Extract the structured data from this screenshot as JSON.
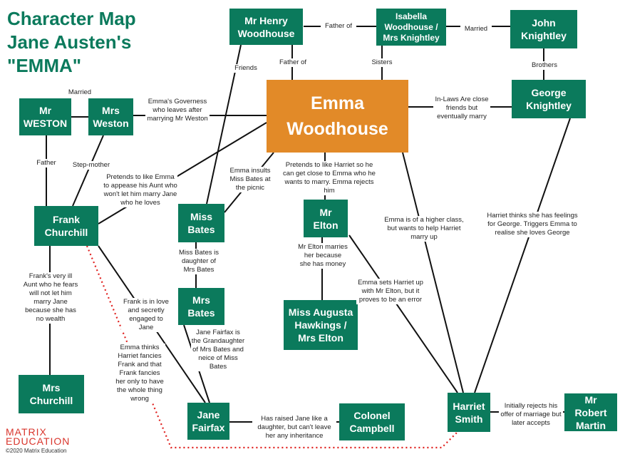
{
  "title": {
    "line1": "Character Map",
    "line2": "Jane Austen's",
    "line3": "\"EMMA\""
  },
  "nodes": {
    "henry_woodhouse": "Mr Henry Woodhouse",
    "isabella": "Isabella Woodhouse / Mrs Knightley",
    "john_knightley": "John Knightley",
    "emma": "Emma Woodhouse",
    "george_knightley": "George Knightley",
    "mr_weston": "Mr WESTON",
    "mrs_weston": "Mrs Weston",
    "frank_churchill": "Frank Churchill",
    "miss_bates": "Miss Bates",
    "mr_elton": "Mr Elton",
    "mrs_bates": "Mrs Bates",
    "augusta": "Miss Augusta Hawkings / Mrs Elton",
    "mrs_churchill": "Mrs Churchill",
    "jane_fairfax": "Jane Fairfax",
    "colonel_campbell": "Colonel Campbell",
    "harriet_smith": "Harriet Smith",
    "robert_martin": "Mr Robert Martin"
  },
  "labels": {
    "father_of_top": "Father of",
    "married_top": "Married",
    "friends": "Friends",
    "father_of_emma": "Father of",
    "sisters": "Sisters",
    "brothers": "Brothers",
    "married_weston": "Married",
    "governess": "Emma's Governess who leaves after marrying Mr Weston",
    "in_laws": "In-Laws Are close friends but eventually marry",
    "father": "Father",
    "stepmother": "Step-mother",
    "pretends_emma": "Pretends to like Emma to appease his Aunt who won't let him marry Jane who he loves",
    "insults": "Emma insults Miss Bates at the picnic",
    "pretends_harriet": "Pretends to like Harriet so he can get close to Emma who he wants to marry. Emma rejects him",
    "higher_class": "Emma is of a higher class, but wants to help Harriet marry up",
    "harriet_feelings": "Harriet thinks she has feelings for George. Triggers Emma to realise she loves George",
    "bates_daughter": "Miss Bates is daughter of Mrs Bates",
    "elton_marries": "Mr Elton marries her because she has money",
    "elton_setup": "Emma sets Harriet up with Mr Elton, but it proves to be an error",
    "aunt_ill": "Frank's very ill Aunt who he fears will not let him marry Jane because she has no wealth",
    "frank_love": "Frank is in love and secretly engaged to Jane",
    "emma_thinks": "Emma thinks Harriet fancies Frank and that Frank fancies her only to have the whole thing wrong",
    "granddaughter": "Jane Fairfax is the Grandaughter of Mrs Bates and neice of Miss Bates",
    "raised_jane": "Has raised Jane like a daughter, but can't leave her any inheritance",
    "rejects": "Initially rejects his offer of marriage but later accepts"
  },
  "branding": {
    "logo_line1": "MATRIX",
    "logo_line2": "EDUCATION",
    "copyright": "©2020 Matrix Education"
  },
  "colors": {
    "node": "#0b7a5c",
    "emma": "#e28a28",
    "dotted": "#e0201e",
    "title": "#0b7a5c"
  }
}
